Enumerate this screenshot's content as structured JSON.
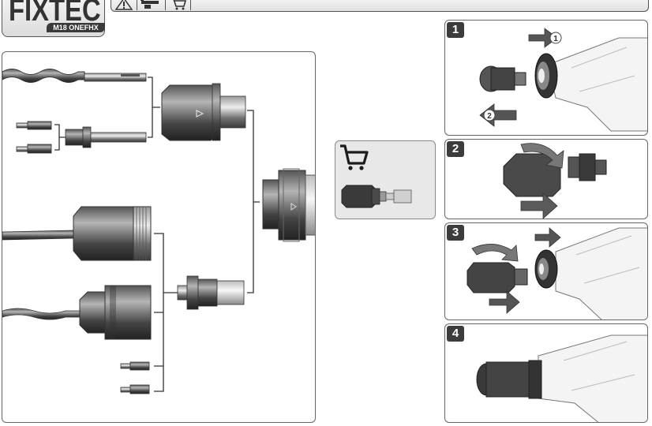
{
  "header": {
    "brand": "FIXTEC",
    "model": "M18 ONEFHX",
    "icons": [
      "warning-icon",
      "tool-icon",
      "cart-icon"
    ]
  },
  "steps": [
    {
      "number": "1",
      "callouts": [
        "1",
        "2"
      ]
    },
    {
      "number": "2"
    },
    {
      "number": "3"
    },
    {
      "number": "4"
    }
  ],
  "colors": {
    "border": "#555555",
    "arrow": "#5a5a5a",
    "accessory_bg": "#e8e8e8",
    "number_badge": "#3c3c3c"
  }
}
